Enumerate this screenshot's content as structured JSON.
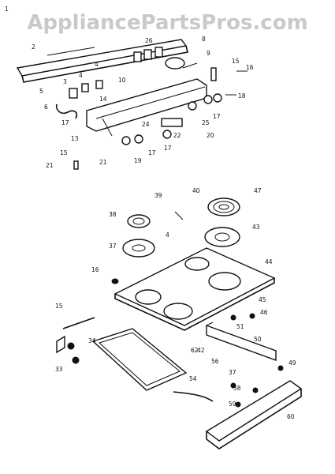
{
  "watermark": {
    "text": "AppliancePartsPros.com"
  },
  "diagram": {
    "labels": {
      "l1": "1",
      "l2": "2",
      "l3": "3",
      "l4a": "4",
      "l4b": "4",
      "l5": "5",
      "l6": "6",
      "l8": "8",
      "l9": "9",
      "l10": "10",
      "l13": "13",
      "l14": "14",
      "l15a": "15",
      "l15b": "15",
      "l16": "16",
      "l17a": "17",
      "l17b": "17",
      "l17c": "17",
      "l17d": "17",
      "l18": "18",
      "l19": "19",
      "l20": "20",
      "l21a": "21",
      "l21b": "21",
      "l22": "22",
      "l24": "24",
      "l25": "25",
      "l26": "26",
      "b15": "15",
      "b16": "16",
      "b33": "33",
      "b34": "34",
      "b37a": "37",
      "b37b": "37",
      "b38": "38",
      "b39": "39",
      "b40": "40",
      "b4": "4",
      "b42": "42",
      "b43": "43",
      "b44": "44",
      "b45": "45",
      "b46": "46",
      "b47": "47",
      "b49": "49",
      "b50": "50",
      "b51": "51",
      "b54": "54",
      "b56": "56",
      "b58": "58",
      "b59": "59",
      "b60": "60",
      "b62": "62"
    }
  }
}
